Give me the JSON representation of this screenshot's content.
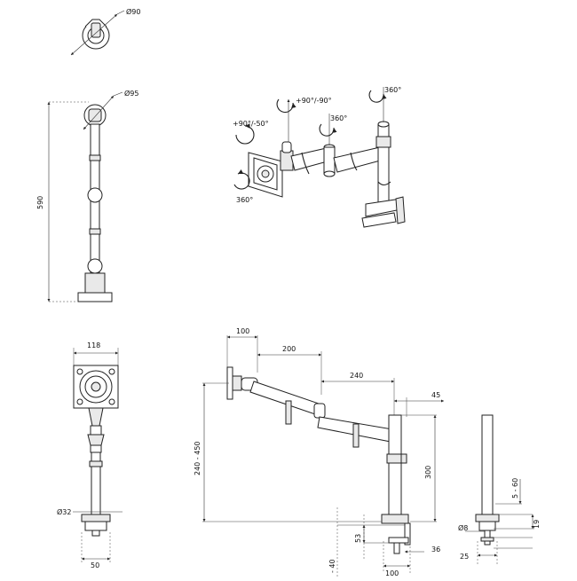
{
  "dimensions": {
    "d90": "Ø90",
    "d95": "Ø95",
    "h590": "590",
    "w118": "118",
    "d32": "Ø32",
    "w50": "50",
    "a100": "100",
    "a200": "200",
    "a240": "240",
    "a45": "45",
    "h300": "300",
    "h240_450": "240 - 450",
    "h53": "53",
    "hm40": "- 40",
    "b36": "36",
    "b100": "100",
    "s5_60": "5 - 60",
    "s19": "19",
    "d8": "Ø8",
    "b25": "25"
  },
  "rotations": {
    "r90_50": "+90°/-50°",
    "r90_90": "+90°/-90°",
    "r360_left": "360°",
    "r360_mid": "360°",
    "r360_top": "360°"
  }
}
